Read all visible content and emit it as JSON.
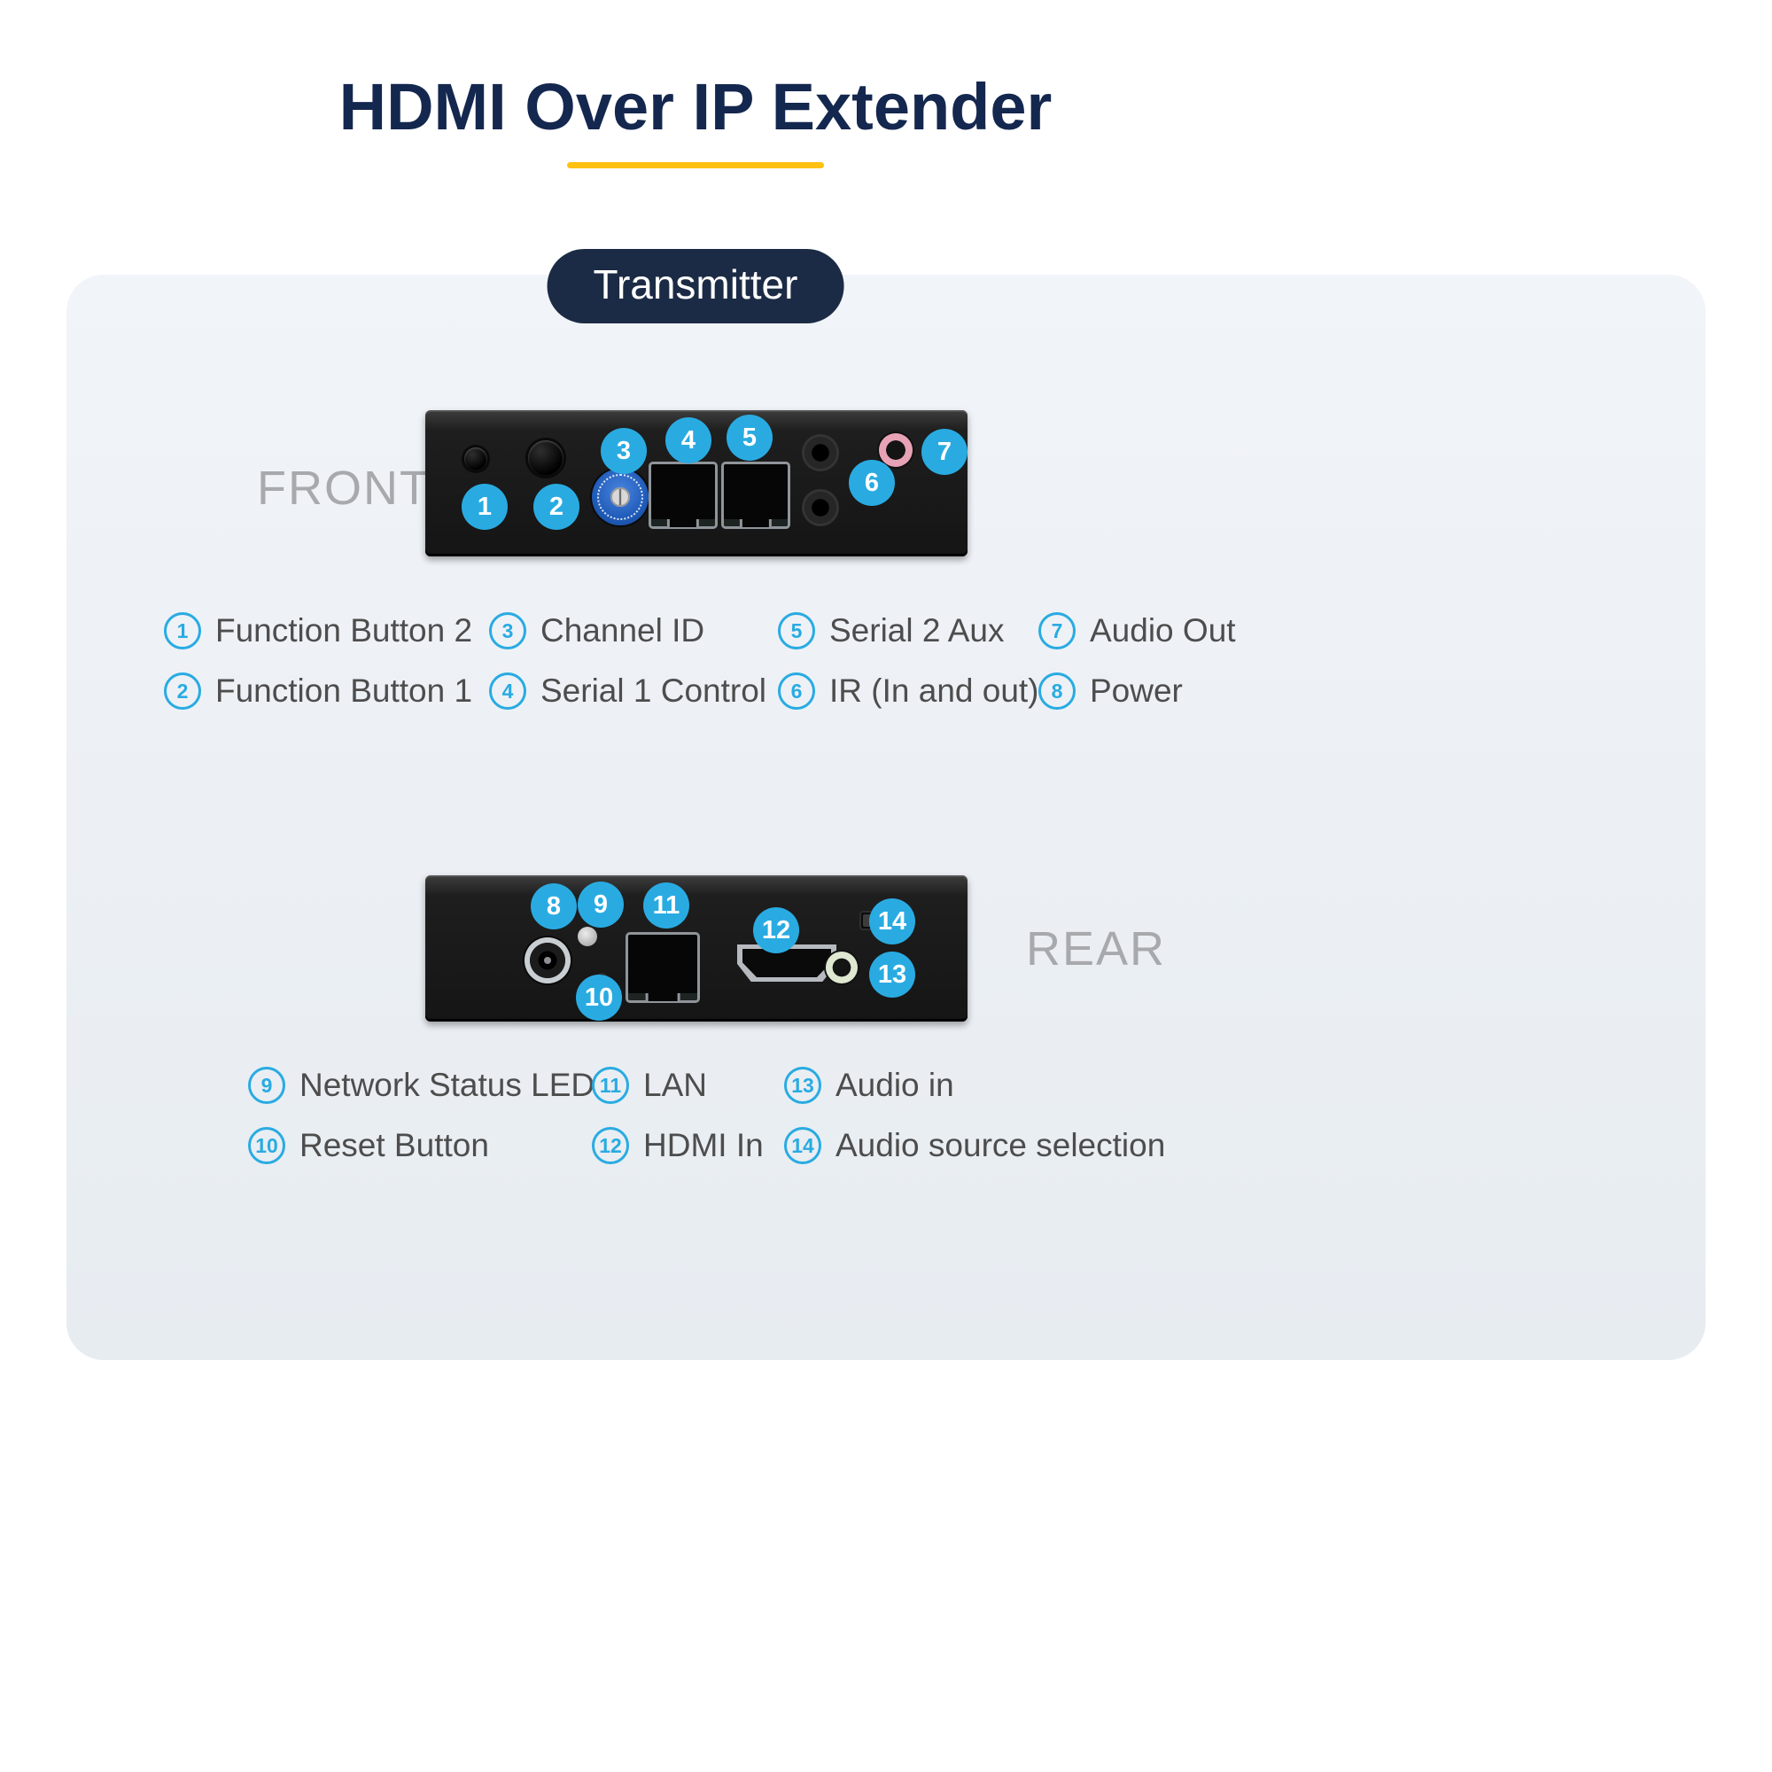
{
  "title": "HDMI Over IP Extender",
  "device_tag": "Transmitter",
  "front": {
    "label": "FRONT",
    "callouts": [
      "1",
      "2",
      "3",
      "4",
      "5",
      "6",
      "7"
    ],
    "legend": [
      {
        "num": "1",
        "label": "Function Button 2"
      },
      {
        "num": "2",
        "label": "Function Button 1"
      },
      {
        "num": "3",
        "label": "Channel ID"
      },
      {
        "num": "4",
        "label": "Serial 1 Control"
      },
      {
        "num": "5",
        "label": "Serial 2 Aux"
      },
      {
        "num": "6",
        "label": "IR (In and out)"
      },
      {
        "num": "7",
        "label": "Audio Out"
      },
      {
        "num": "8",
        "label": "Power"
      }
    ]
  },
  "rear": {
    "label": "REAR",
    "callouts": [
      "8",
      "9",
      "10",
      "11",
      "12",
      "13",
      "14"
    ],
    "legend": [
      {
        "num": "9",
        "label": "Network Status LED"
      },
      {
        "num": "10",
        "label": "Reset Button"
      },
      {
        "num": "11",
        "label": "LAN"
      },
      {
        "num": "12",
        "label": "HDMI In"
      },
      {
        "num": "13",
        "label": "Audio in"
      },
      {
        "num": "14",
        "label": "Audio source selection"
      }
    ]
  },
  "colors": {
    "title_navy": "#14274e",
    "accent_yellow": "#fec110",
    "tag_navy": "#1c2b45",
    "callout_blue": "#29abe2",
    "card_bg": "#ebeff4"
  }
}
